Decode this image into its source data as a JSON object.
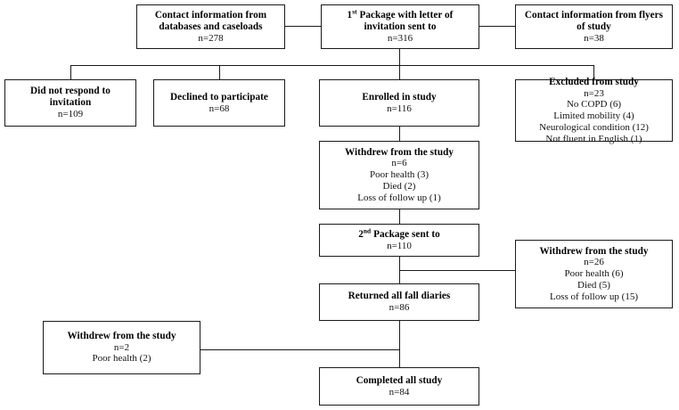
{
  "diagram": {
    "type": "flowchart",
    "title": "Participant recruitment and retention flow diagram",
    "colors": {
      "box_border": "#1a1a1a",
      "connector": "#1a1a1a",
      "background": "#ffffff",
      "text": "#000000"
    },
    "nodes": {
      "databases": {
        "title": "Contact information from databases and caseloads",
        "count": "n=278"
      },
      "package1": {
        "title_pre": "1",
        "title_sup": "st",
        "title_post": " Package with letter of invitation sent to",
        "count": "n=316"
      },
      "flyers": {
        "title": "Contact information from flyers of study",
        "count": "n=38"
      },
      "no_response": {
        "title": "Did not respond to invitation",
        "count": "n=109"
      },
      "declined": {
        "title": "Declined to participate",
        "count": "n=68"
      },
      "enrolled": {
        "title": "Enrolled in study",
        "count": "n=116"
      },
      "excluded": {
        "title": "Excluded from study",
        "count": "n=23",
        "reasons": [
          "No COPD (6)",
          "Limited mobility (4)",
          "Neurological condition (12)",
          "Not fluent in English (1)"
        ]
      },
      "withdrew1": {
        "title": "Withdrew from the study",
        "count": "n=6",
        "reasons": [
          "Poor health (3)",
          "Died (2)",
          "Loss of follow up (1)"
        ]
      },
      "package2": {
        "title_pre": "2",
        "title_sup": "nd",
        "title_post": " Package sent to",
        "count": "n=110"
      },
      "withdrew2": {
        "title": "Withdrew from the study",
        "count": "n=26",
        "reasons": [
          "Poor health (6)",
          "Died (5)",
          "Loss of follow up (15)"
        ]
      },
      "returned": {
        "title": "Returned all fall diaries",
        "count": "n=86"
      },
      "withdrew3": {
        "title": "Withdrew from the study",
        "count": "n=2",
        "reasons": [
          "Poor health (2)"
        ]
      },
      "completed": {
        "title": "Completed all study",
        "count": "n=84"
      }
    }
  }
}
